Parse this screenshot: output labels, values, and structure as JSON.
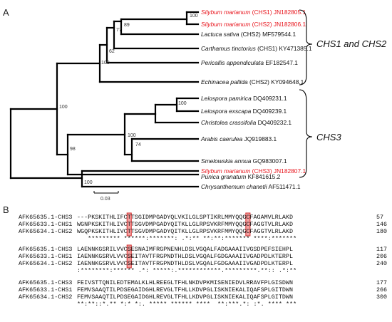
{
  "panel_a": {
    "label": "A",
    "taxa": [
      {
        "species": "Silybum marianum",
        "rest": " (CHS1) JN182805.1",
        "color": "red"
      },
      {
        "species": "Silybum marianum",
        "rest": " (CHS2) JN182806.1",
        "color": "red"
      },
      {
        "species": "Lactuca sativa",
        "rest": " (CHS2) MF579544.1",
        "color": "black"
      },
      {
        "species": "Carthamus tinctorius",
        "rest": " (CHS1) KY471385.1",
        "color": "black"
      },
      {
        "species": "Pericallis appendiculata",
        "rest": " EF182547.1",
        "color": "black"
      },
      {
        "species": "Echinacea pallida",
        "rest": " (CHS2) KY094648.1",
        "color": "black"
      },
      {
        "species": "Leiospora pamirica",
        "rest": " DQ409231.1",
        "color": "black"
      },
      {
        "species": "Leiospora exscapa",
        "rest": " DQ409239.1",
        "color": "black"
      },
      {
        "species": "Christolea crassifolia",
        "rest": " DQ409232.1",
        "color": "black"
      },
      {
        "species": "Arabis caerulea",
        "rest": " JQ919883.1",
        "color": "black"
      },
      {
        "species": "Smelowskia annua",
        "rest": " GQ983007.1",
        "color": "black"
      },
      {
        "species": "Punica granatum",
        "rest": " KF841615.2",
        "color": "black"
      },
      {
        "species": "Silybum marianum",
        "rest": " (CHS3) JN182807.1",
        "color": "red"
      },
      {
        "species": "Chrysanthemum chanetii",
        "rest": " AF511471.1",
        "color": "black"
      }
    ],
    "bootstrap": [
      "100",
      "89",
      "77",
      "62",
      "100",
      "100",
      "74",
      "100",
      "98",
      "100",
      "100"
    ],
    "groups": [
      "CHS1 and CHS2",
      "CHS3"
    ],
    "scale_label": "0.03"
  },
  "panel_b": {
    "label": "B",
    "blocks": [
      {
        "rows": [
          {
            "id": "AFK65635.1-CHS3",
            "seq": "---PKSKITHLIFCTTSGIDMPGADYQLVKILGLSPTIKRLMMYQQGCFAGAMVLRLAKD",
            "num": "57"
          },
          {
            "id": "AFK65633.1-CHS1",
            "seq": "WGNPKSKITHLIVCTTSGVDMPGADYQITKLLGLRPSVKRFMMYQQGCFAGGTVLRLAKD",
            "num": "146"
          },
          {
            "id": "AFK65634.1-CHS2",
            "seq": "WGQPKSKITHLIVCTTSGVDMPGADYQITKLLGLRPSVKRFMMYQQGCFAGGTVLRLAKD",
            "num": "180"
          }
        ],
        "cons": "   ********* ******:*******: .*:** **:**:******* ****:*******"
      },
      {
        "rows": [
          {
            "id": "AFK65635.1-CHS3",
            "seq": "LAENNKGSRILVVCSESNAIMFRGPNENHLDSLVGQALFADGAAAIIVGSDPEFSIEHPL",
            "num": "117"
          },
          {
            "id": "AFK65633.1-CHS1",
            "seq": "IAENNKGSRVLVVCSEITAVTFRGPNDTHLDSLVGQALFGDGAAAIIVGADPDLKTERPL",
            "num": "206"
          },
          {
            "id": "AFK65634.1-CHS2",
            "seq": "IAENNKGSRVLVVCSEITAVTFRGPNDTHLDSLVGQALFGDGAAAIIVGADPDLKTERPL",
            "num": "240"
          }
        ],
        "cons": ":********:****** .*: *****:.************.*********.**:: .*:**"
      },
      {
        "rows": [
          {
            "id": "AFK65635.1-CHS3",
            "seq": "FEIVSTTQNILEDTEMALKLHLREEGLTFHLNKDVPKMISENIEDVLRRAVFPLGISDWN",
            "num": "177"
          },
          {
            "id": "AFK65633.1-CHS1",
            "seq": "FEMVSAAQTILPDSEGAIDGHLREVGLTFHLLKDVPGLISKNIEKALIQAFSPLGITDWN",
            "num": "266"
          },
          {
            "id": "AFK65634.1-CHS2",
            "seq": "FEMVSAAQTILPDSEGAIDGHLREVGLTFHLLKDVPGLISKNIEKALIQAFSPLGITDWN",
            "num": "300"
          }
        ],
        "cons": "**:**::*.** *:* *:. ***** ****** ****  **:***.*: :*. **** ***"
      }
    ],
    "highlights": [
      {
        "block": 0,
        "col": 14
      },
      {
        "block": 0,
        "col": 47
      },
      {
        "block": 1,
        "col": 14
      }
    ]
  }
}
